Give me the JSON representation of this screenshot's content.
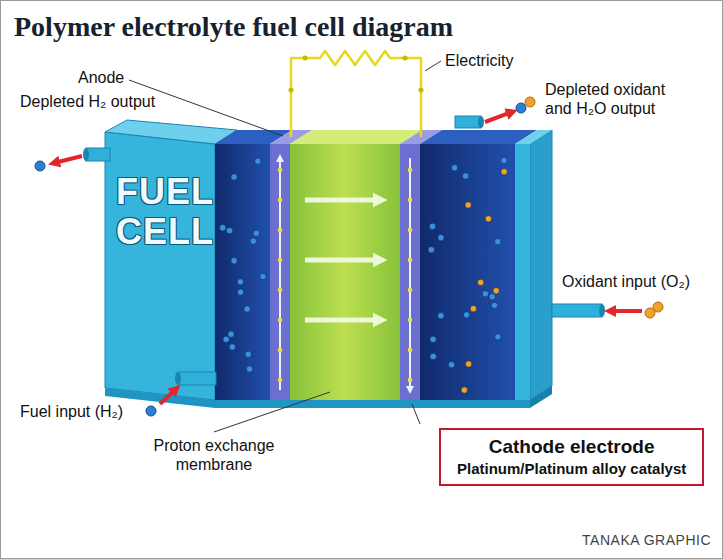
{
  "diagram": {
    "title": "Polymer electrolyte fuel cell diagram",
    "nodes": [
      {
        "text": [
          "Cathode electrode",
          "Platinum/Platinum alloy catalyst"
        ]
      }
    ],
    "labels": [
      "Anode",
      "Electricity",
      "Depleted H₂ output",
      "Depleted oxidant and H₂O output",
      "FUEL CELL",
      "Oxidant input (O₂)",
      "Fuel input (H₂)",
      "Proton exchange membrane",
      "TANAKA GRAPHIC"
    ]
  }
}
